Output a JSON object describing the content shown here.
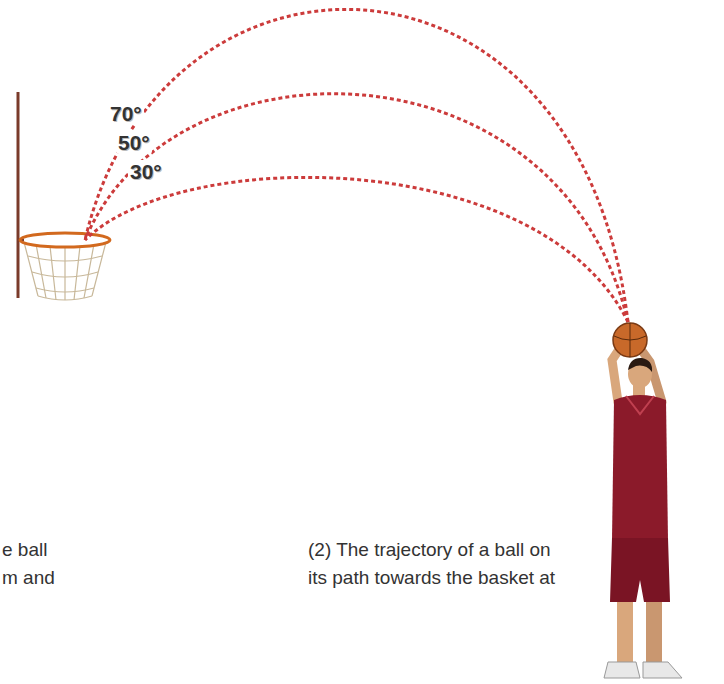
{
  "diagram": {
    "labels": [
      "70°",
      "50°",
      "30°",
      "e ball",
      "m and",
      "(2) The trajectory of a ball on",
      "its path towards the basket at"
    ]
  }
}
